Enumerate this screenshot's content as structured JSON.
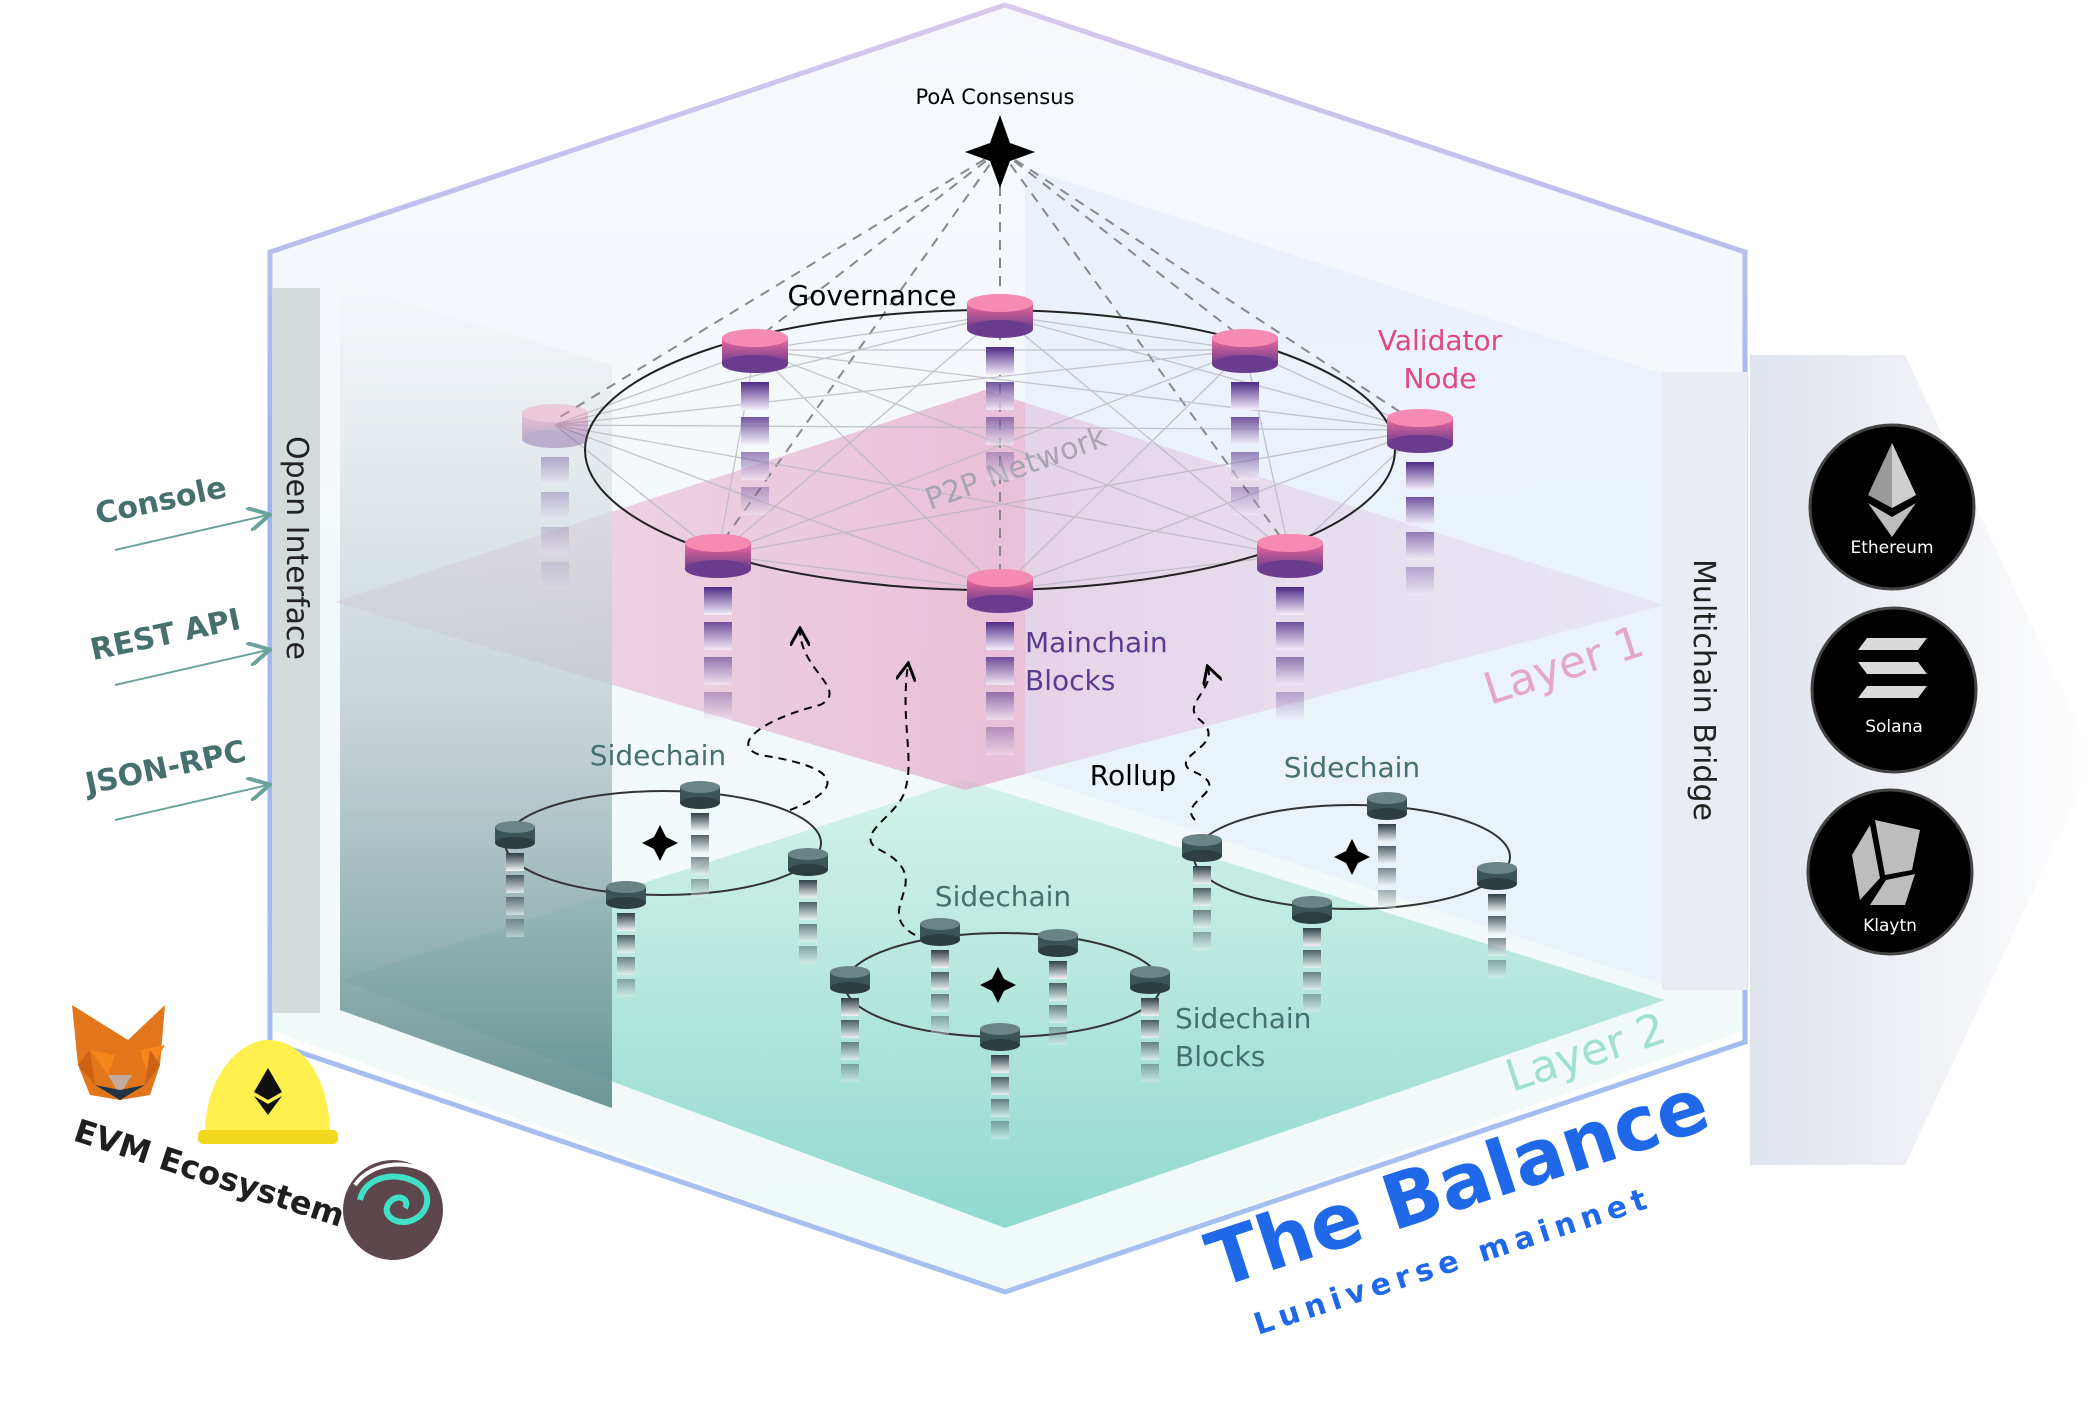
{
  "top": {
    "consensus_label": "PoA Consensus",
    "governance_label": "Governance",
    "validator_label_line1": "Validator",
    "validator_label_line2": "Node",
    "p2p_label": "P2P Network",
    "mainchain_label_line1": "Mainchain",
    "mainchain_label_line2": "Blocks"
  },
  "layers": {
    "layer1": "Layer 1",
    "layer2": "Layer 2"
  },
  "side_panels": {
    "open_interface": "Open Interface",
    "multichain_bridge": "Multichain Bridge"
  },
  "interfaces": [
    "Console",
    "REST API",
    "JSON-RPC"
  ],
  "sidechains": {
    "left": "Sidechain",
    "right": "Sidechain",
    "center": "Sidechain",
    "rollup": "Rollup",
    "blocks_line1": "Sidechain",
    "blocks_line2": "Blocks"
  },
  "bridges": [
    {
      "name": "Ethereum",
      "icon": "ethereum-icon"
    },
    {
      "name": "Solana",
      "icon": "solana-icon"
    },
    {
      "name": "Klaytn",
      "icon": "klaytn-icon"
    }
  ],
  "ecosystem": {
    "label": "EVM Ecosystem",
    "icons": [
      "metamask-fox-icon",
      "hardhat-icon",
      "truffle-icon"
    ]
  },
  "brand": {
    "title": "The Balance",
    "subtitle": "Luniverse mainnet"
  },
  "colors": {
    "validator_pink": "#e0487e",
    "mainchain_purple": "#5b3a8f",
    "sidechain_teal": "#45706e",
    "brand_blue": "#1f68e8",
    "layer1_pink": "#e7a4c3",
    "layer2_teal": "#8fdcc6",
    "hex_border": "#9fb4ee"
  }
}
